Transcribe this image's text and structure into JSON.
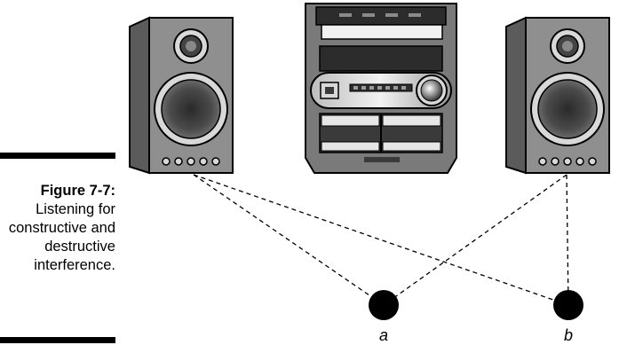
{
  "figure": {
    "label": "Figure 7-7:",
    "caption": "Listening for constructive and destructive interference."
  },
  "points": [
    {
      "label": "a"
    },
    {
      "label": "b"
    }
  ],
  "colors": {
    "speaker_cabinet_dark": "#5b5b5b",
    "speaker_cabinet_face": "#8f8f8f",
    "line": "#000000",
    "point": "#000000"
  }
}
